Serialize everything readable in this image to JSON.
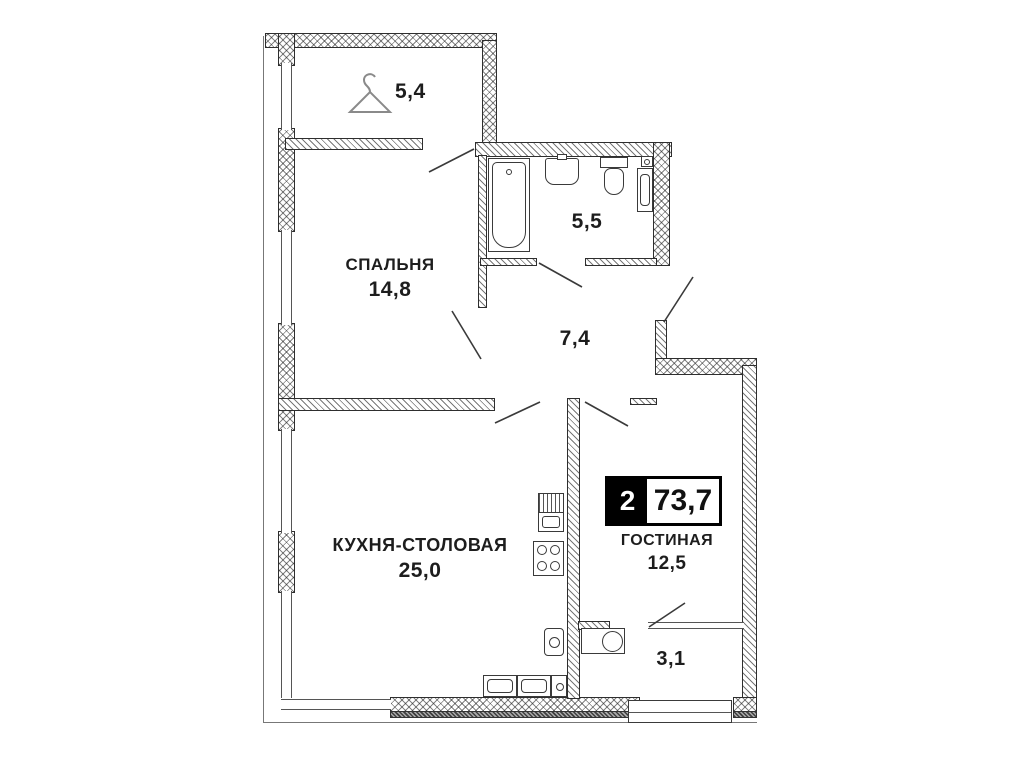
{
  "plan": {
    "type": "apartment-floor-plan",
    "badge": {
      "rooms_count": "2",
      "total_area": "73,7"
    },
    "rooms": {
      "wardrobe": {
        "area": "5,4"
      },
      "bedroom": {
        "name": "СПАЛЬНЯ",
        "area": "14,8"
      },
      "bathroom": {
        "area": "5,5"
      },
      "hallway": {
        "area": "7,4"
      },
      "kitchen": {
        "name": "КУХНЯ-СТОЛОВАЯ",
        "area": "25,0"
      },
      "living": {
        "name": "ГОСТИНАЯ",
        "area": "12,5"
      },
      "balcony": {
        "area": "3,1"
      }
    },
    "icons": {
      "wardrobe": "clothes-hanger-icon"
    },
    "colors": {
      "wall": "#2e2e2e",
      "text": "#1d1d1d",
      "badge_bg": "#000000",
      "badge_fg": "#ffffff"
    }
  }
}
